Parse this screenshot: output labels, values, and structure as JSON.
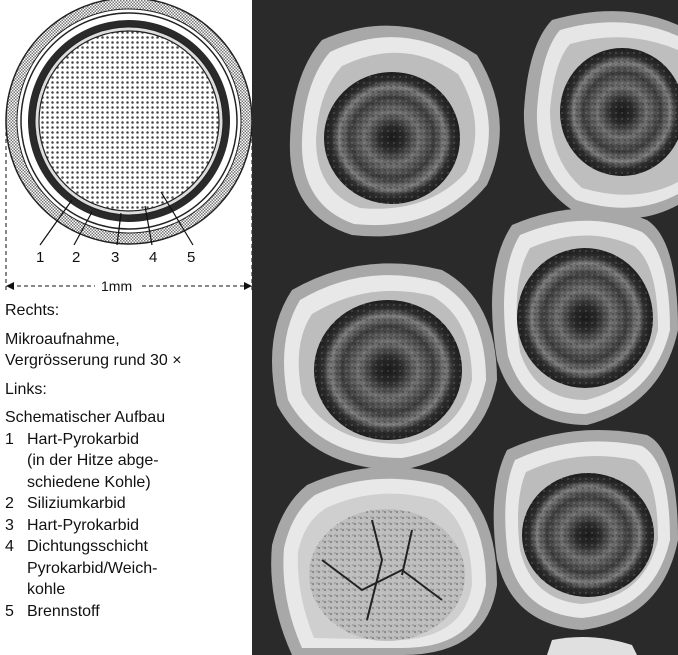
{
  "diagram": {
    "callout_numbers": [
      "1",
      "2",
      "3",
      "4",
      "5"
    ],
    "scale_label": "1mm"
  },
  "caption": {
    "right_heading": "Rechts:",
    "right_text_1": "Mikroaufnahme,",
    "right_text_2": "Vergrösserung rund 30 ×",
    "left_heading": "Links:",
    "legend_title": "Schematischer Aufbau",
    "legend": [
      {
        "number": "1",
        "lines": [
          "Hart-Pyrokarbid",
          "(in der Hitze abge-",
          "schiedene Kohle)"
        ]
      },
      {
        "number": "2",
        "lines": [
          "Siliziumkarbid"
        ]
      },
      {
        "number": "3",
        "lines": [
          "Hart-Pyrokarbid"
        ]
      },
      {
        "number": "4",
        "lines": [
          "Dichtungsschicht",
          "Pyrokarbid/Weich-",
          "kohle"
        ]
      },
      {
        "number": "5",
        "lines": [
          "Brennstoff"
        ]
      }
    ]
  },
  "photo": {
    "subject": "micrograph-coated-fuel-particles"
  }
}
